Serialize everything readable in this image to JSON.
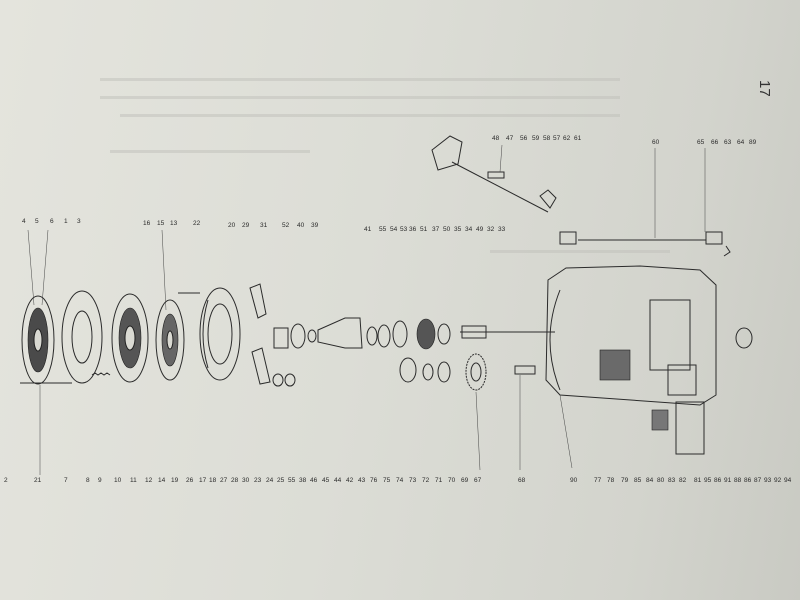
{
  "page_number": "17",
  "labels": {
    "top_right": [
      "48",
      "47",
      "56",
      "59",
      "58",
      "57",
      "62",
      "61",
      "60",
      "65",
      "66",
      "63",
      "64",
      "89"
    ],
    "upper_middle": [
      "41",
      "55",
      "54",
      "53",
      "36",
      "51",
      "37",
      "50",
      "35",
      "34",
      "49",
      "32",
      "33"
    ],
    "left_top": [
      "4",
      "5",
      "6",
      "1",
      "3",
      "16",
      "15",
      "13",
      "22",
      "20",
      "29",
      "31",
      "52",
      "40",
      "39"
    ],
    "bottom": [
      "2",
      "21",
      "7",
      "8",
      "9",
      "10",
      "11",
      "12",
      "14",
      "19",
      "26",
      "17",
      "18",
      "27",
      "28",
      "30",
      "23",
      "24",
      "25",
      "55",
      "38",
      "46",
      "45",
      "44",
      "42",
      "43",
      "76",
      "75",
      "74",
      "73",
      "72",
      "71",
      "70",
      "69",
      "67",
      "68",
      "90",
      "77",
      "78",
      "79",
      "85",
      "84",
      "80",
      "83",
      "82",
      "81",
      "95",
      "86",
      "91",
      "88",
      "86",
      "87",
      "93",
      "92",
      "94"
    ]
  }
}
